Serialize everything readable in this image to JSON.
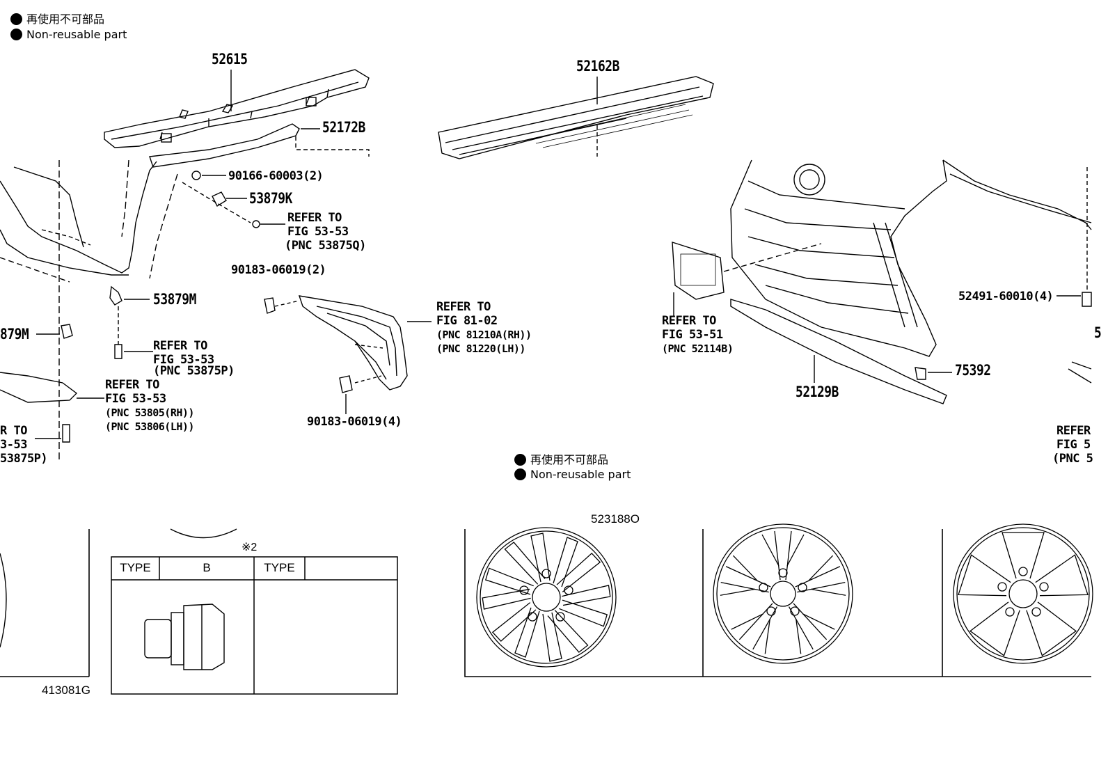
{
  "legend_top": {
    "jp": "再使用不可部品",
    "en": "Non-reusable part"
  },
  "legend_mid": {
    "jp": "再使用不可部品",
    "en": "Non-reusable part"
  },
  "parts": {
    "p52615": "52615",
    "p52162B": "52162B",
    "p52172B": "52172B",
    "p90166": "90166-60003(2)",
    "p53879K": "53879K",
    "refer_53875Q": [
      "REFER TO",
      "FIG 53-53",
      "(PNC 53875Q)"
    ],
    "p90183_2": "90183-06019(2)",
    "p53879M_a": "53879M",
    "p53879M_b": "879M",
    "refer_53875P": [
      "REFER TO",
      "FIG 53-53",
      "(PNC 53875P)"
    ],
    "refer_538056": [
      "REFER TO",
      "FIG 53-53",
      "(PNC 53805(RH))",
      "(PNC 53806(LH))"
    ],
    "refer_left_cut": [
      "R TO",
      "3-53",
      "53875P)"
    ],
    "p90183_4": "90183-06019(4)",
    "refer_81": [
      "REFER TO",
      "FIG 81-02",
      "(PNC 81210A(RH))",
      "(PNC 81220(LH))"
    ],
    "refer_52114B": [
      "REFER TO",
      "FIG 53-51",
      "(PNC 52114B)"
    ],
    "p52129B": "52129B",
    "p75392": "75392",
    "p52491": "52491-60010(4)",
    "right_cut_5": "5",
    "refer_right_cut": [
      "REFER",
      "FIG 5",
      "(PNC 5"
    ]
  },
  "wheels_caption": "523188O",
  "left_caption": "413081G",
  "table": {
    "note": "※2",
    "headers": [
      "TYPE",
      "B",
      "TYPE",
      ""
    ]
  }
}
